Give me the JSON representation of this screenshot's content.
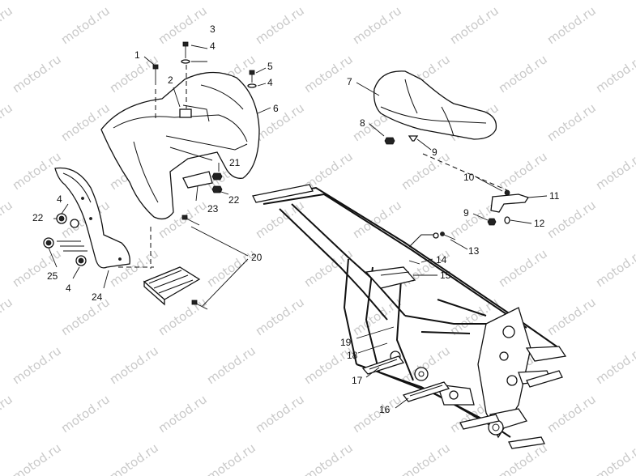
{
  "watermark": {
    "text": "motod.ru"
  },
  "callouts": {
    "c1": "1",
    "c2": "2",
    "c3": "3",
    "c4a": "4",
    "c5": "5",
    "c4b": "4",
    "c6": "6",
    "c7": "7",
    "c8": "8",
    "c9a": "9",
    "c10": "10",
    "c11": "11",
    "c9b": "9",
    "c12": "12",
    "c13": "13",
    "c14": "14",
    "c15": "15",
    "c16": "16",
    "c17": "17",
    "c18": "18",
    "c19": "19",
    "c20": "20",
    "c21": "21",
    "c22a": "22",
    "c23": "23",
    "c4c": "4",
    "c22b": "22",
    "c25": "25",
    "c4d": "4",
    "c24": "24"
  }
}
